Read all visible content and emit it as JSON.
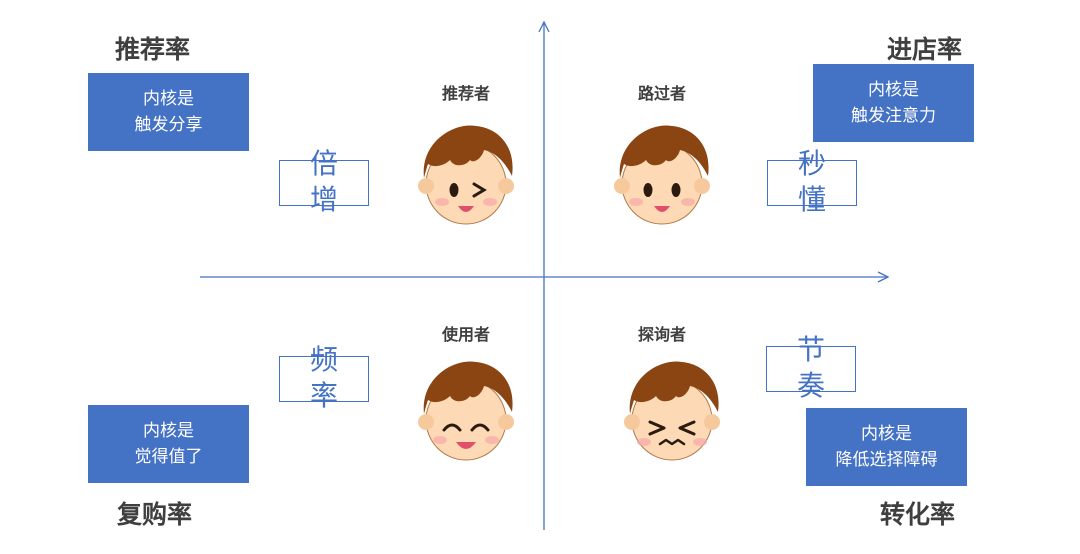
{
  "corners": {
    "top_left": "推荐率",
    "top_right": "进店率",
    "bottom_left": "复购率",
    "bottom_right": "转化率"
  },
  "core_boxes": {
    "top_left": [
      "内核是",
      "触发分享"
    ],
    "top_right": [
      "内核是",
      "触发注意力"
    ],
    "bottom_left": [
      "内核是",
      "觉得值了"
    ],
    "bottom_right": [
      "内核是",
      "降低选择障碍"
    ]
  },
  "keywords": {
    "top_left": [
      "倍",
      "增"
    ],
    "top_right": [
      "秒",
      "懂"
    ],
    "bottom_left": [
      "频",
      "率"
    ],
    "bottom_right": [
      "节",
      "奏"
    ]
  },
  "roles": {
    "top_left": "推荐者",
    "top_right": "路过者",
    "bottom_left": "使用者",
    "bottom_right": "探询者"
  },
  "faces": {
    "top_left": "winking-face-icon",
    "top_right": "smiling-face-icon",
    "bottom_left": "happy-closed-eyes-face-icon",
    "bottom_right": "squinting-face-icon"
  },
  "colors": {
    "accent": "#4472c4",
    "hair": "#8b4513",
    "skin": "#fdd9b5",
    "text": "#3f3f3f"
  }
}
